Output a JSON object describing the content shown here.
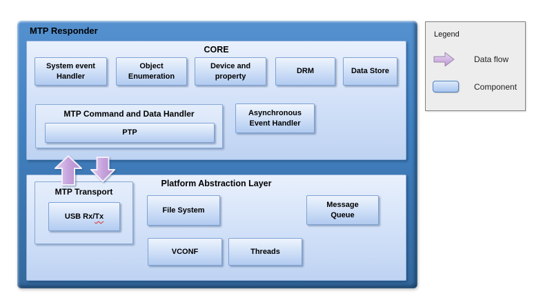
{
  "main": {
    "title": "MTP Responder",
    "core": {
      "title": "CORE",
      "row1": [
        "System event Handler",
        "Object Enumeration",
        "Device and property",
        "DRM",
        "Data Store"
      ],
      "cmd_handler": "MTP Command and Data Handler",
      "ptp": "PTP",
      "async_handler": "Asynchronous Event Handler"
    },
    "pal": {
      "title": "Platform Abstraction Layer",
      "mtp_transport": "MTP Transport",
      "usb_prefix": "USB Rx/ ",
      "usb_tx": "Tx",
      "file_system": "File System",
      "message_queue": "Message Queue",
      "vconf": "VCONF",
      "threads": "Threads"
    }
  },
  "legend": {
    "title": "Legend",
    "data_flow_label": "Data flow",
    "component_label": "Component"
  },
  "colors": {
    "responder_fill": "#4181c1",
    "panel_fill_top": "#e9f0fc",
    "panel_fill_bottom": "#bed3f2",
    "box_fill_top": "#eef4fd",
    "box_fill_bottom": "#b2cbf0",
    "box_border": "#7da1d4",
    "arrow_fill": "#c7a3dd",
    "legend_bg": "#ededee",
    "squiggle_red": "#dd2222"
  }
}
